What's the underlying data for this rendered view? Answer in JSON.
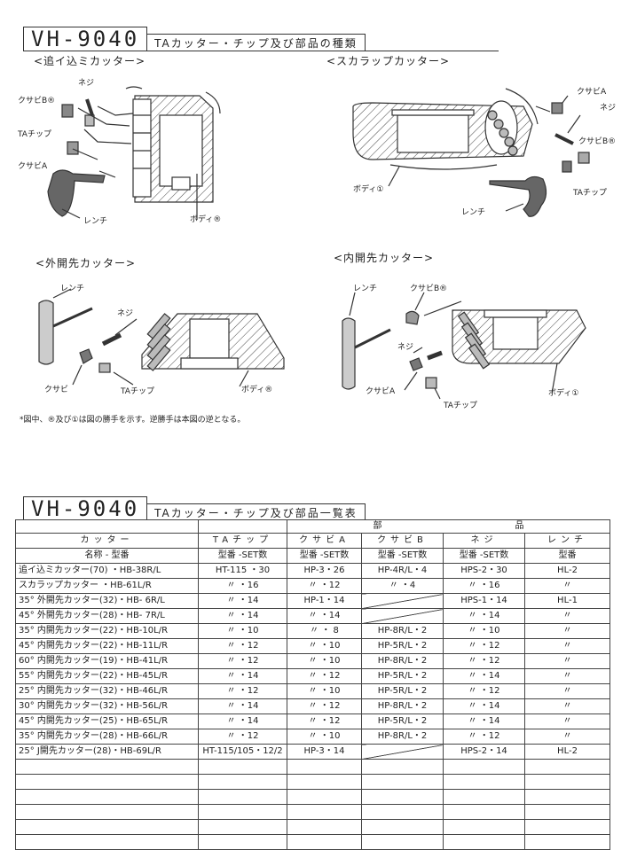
{
  "sheet1": {
    "code": "VH-9040",
    "title": "TAカッター・チップ及び部品の種類"
  },
  "diagrams": {
    "oikomi": {
      "title": "<追イ込ミカッター>",
      "labels": [
        "ネジ",
        "クサビB®",
        "TAチップ",
        "クサビA",
        "レンチ",
        "ボディ®"
      ]
    },
    "scallop": {
      "title": "<スカラップカッター>",
      "labels": [
        "クサビA",
        "ネジ",
        "クサビB®",
        "TAチップ",
        "ボディ①",
        "レンチ"
      ]
    },
    "sotokaisaki": {
      "title": "<外開先カッター>",
      "labels": [
        "レンチ",
        "ネジ",
        "クサビ",
        "TAチップ",
        "ボディ®"
      ]
    },
    "uchikaisaki": {
      "title": "<内開先カッター>",
      "labels": [
        "レンチ",
        "クサビB®",
        "ネジ",
        "クサビA",
        "TAチップ",
        "ボディ①"
      ]
    }
  },
  "note": "*図中、®及び①は図の勝手を示す。逆勝手は本図の逆となる。",
  "sheet2": {
    "code": "VH-9040",
    "title": "TAカッター・チップ及び部品一覧表"
  },
  "table": {
    "group_header_part1": "部",
    "group_header_part2": "品",
    "columns": [
      "カッター",
      "TAチップ",
      "クサビA",
      "クサビB",
      "ネジ",
      "レンチ"
    ],
    "subheaders": [
      "名称 - 型番",
      "型番 -SET数",
      "型番 -SET数",
      "型番 -SET数",
      "型番 -SET数",
      "型番"
    ],
    "rows": [
      [
        "追イ込ミカッター(70) ・HB-38R/L",
        "HT-115 ・30",
        "HP-3・26",
        "HP-4R/L・4",
        "HPS-2・30",
        "HL-2"
      ],
      [
        "スカラップカッター ・HB-61L/R",
        "〃 ・16",
        "〃 ・12",
        "〃 ・4",
        "〃 ・16",
        "〃"
      ],
      [
        "35° 外開先カッター(32)・HB- 6R/L",
        "〃 ・14",
        "HP-1・14",
        "",
        "HPS-1・14",
        "HL-1"
      ],
      [
        "45° 外開先カッター(28)・HB- 7R/L",
        "〃 ・14",
        "〃 ・14",
        "",
        "〃 ・14",
        "〃"
      ],
      [
        "35° 内開先カッター(22)・HB-10L/R",
        "〃 ・10",
        "〃 ・ 8",
        "HP-8R/L・2",
        "〃 ・10",
        "〃"
      ],
      [
        "45° 内開先カッター(22)・HB-11L/R",
        "〃 ・12",
        "〃 ・10",
        "HP-5R/L・2",
        "〃 ・12",
        "〃"
      ],
      [
        "60° 内開先カッター(19)・HB-41L/R",
        "〃 ・12",
        "〃 ・10",
        "HP-8R/L・2",
        "〃 ・12",
        "〃"
      ],
      [
        "55° 内開先カッター(22)・HB-45L/R",
        "〃 ・14",
        "〃 ・12",
        "HP-5R/L・2",
        "〃 ・14",
        "〃"
      ],
      [
        "25° 内開先カッター(32)・HB-46L/R",
        "〃 ・12",
        "〃 ・10",
        "HP-5R/L・2",
        "〃 ・12",
        "〃"
      ],
      [
        "30° 内開先カッター(32)・HB-56L/R",
        "〃 ・14",
        "〃 ・12",
        "HP-8R/L・2",
        "〃 ・14",
        "〃"
      ],
      [
        "45° 内開先カッター(25)・HB-65L/R",
        "〃 ・14",
        "〃 ・12",
        "HP-5R/L・2",
        "〃 ・14",
        "〃"
      ],
      [
        "35° 内開先カッター(28)・HB-66L/R",
        "〃 ・12",
        "〃 ・10",
        "HP-8R/L・2",
        "〃 ・12",
        "〃"
      ],
      [
        "25° J開先カッター(28)・HB-69L/R",
        "HT-115/105・12/2",
        "HP-3・14",
        "",
        "HPS-2・14",
        "HL-2"
      ]
    ]
  }
}
